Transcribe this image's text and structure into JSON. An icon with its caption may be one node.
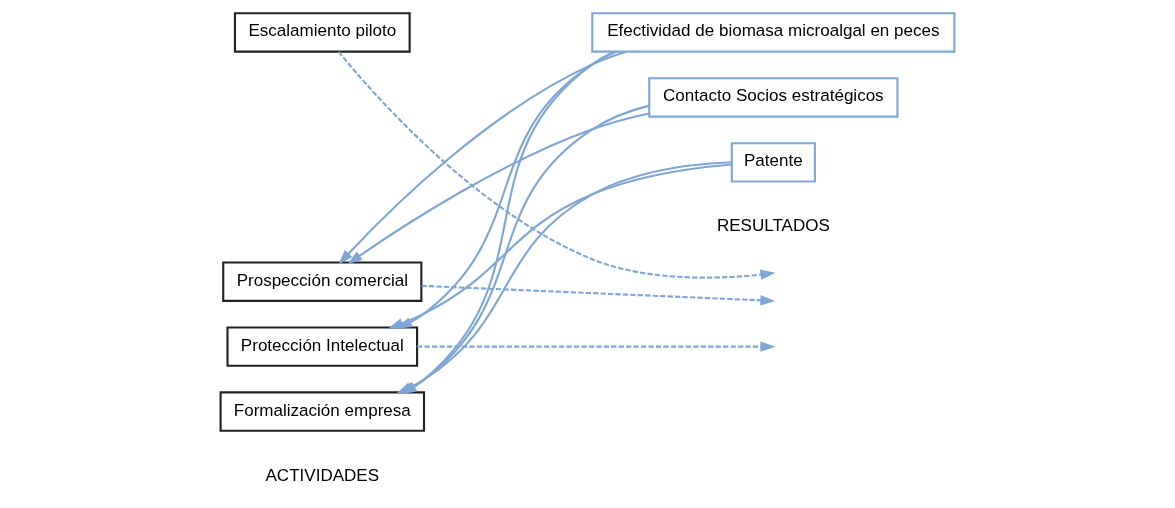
{
  "diagram": {
    "nodes": [
      {
        "text": [
          "Escalamiento piloto"
        ]
      },
      {
        "text": [
          "Prospección comercial"
        ]
      },
      {
        "text": [
          "Protección Intelectual"
        ]
      },
      {
        "text": [
          "Formalización empresa"
        ]
      },
      {
        "text": [
          "Efectividad de biomasa microalgal en peces"
        ]
      },
      {
        "text": [
          "Contacto Socios estratégicos"
        ]
      },
      {
        "text": [
          "Patente"
        ]
      }
    ],
    "edges": [
      {
        "from": 0,
        "to": null,
        "arrow": "to",
        "style": "dashed"
      },
      {
        "from": 1,
        "to": null,
        "arrow": "to",
        "style": "dashed"
      },
      {
        "from": 4,
        "to": 1,
        "arrow": "to"
      },
      {
        "from": 5,
        "to": 1,
        "arrow": "to"
      },
      {
        "from": 2,
        "to": null,
        "arrow": "to",
        "style": "dashed"
      },
      {
        "from": 4,
        "to": 2,
        "arrow": "to"
      },
      {
        "from": 6,
        "to": 2,
        "arrow": "to"
      },
      {
        "from": 4,
        "to": 3,
        "arrow": "to"
      },
      {
        "from": 5,
        "to": 3,
        "arrow": "to"
      },
      {
        "from": 6,
        "to": 3,
        "arrow": "to"
      }
    ],
    "labels": [
      "RESULTADOS",
      "ACTIVIDADES"
    ]
  }
}
